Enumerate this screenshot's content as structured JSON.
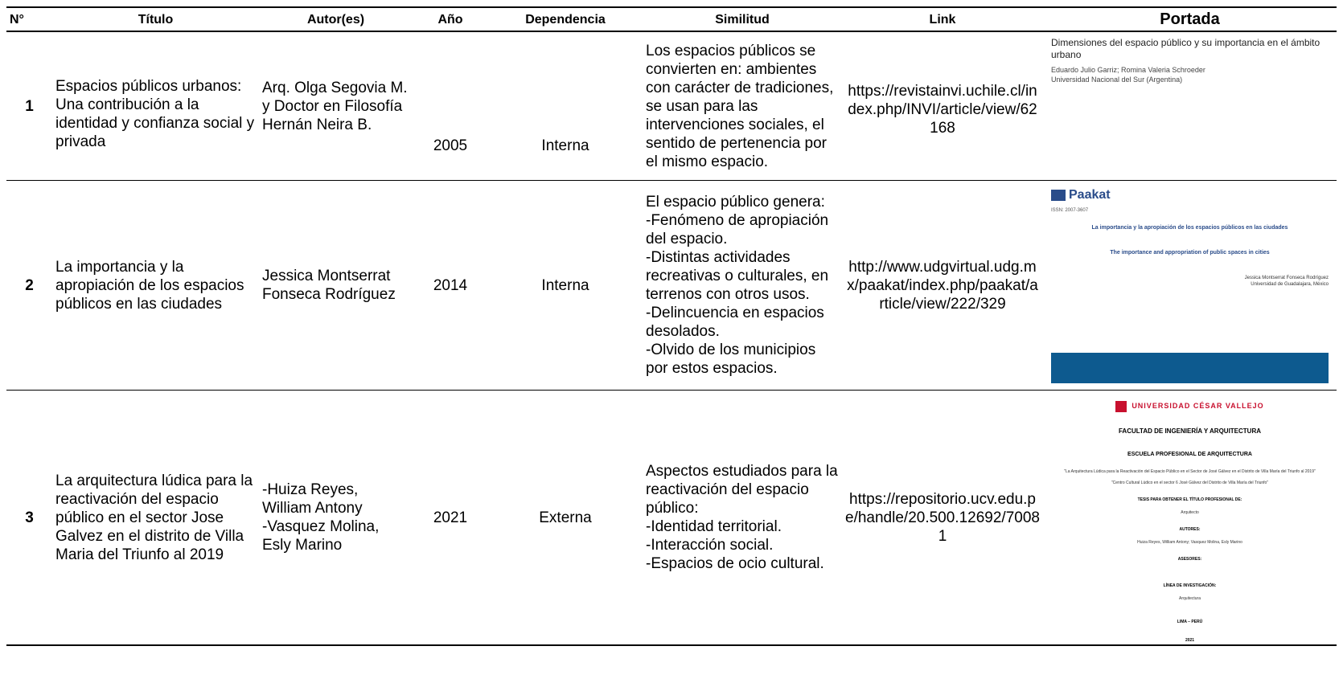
{
  "headers": {
    "num": "N°",
    "titulo": "Título",
    "autores": "Autor(es)",
    "anio": "Año",
    "dependencia": "Dependencia",
    "similitud": "Similitud",
    "link": "Link",
    "portada": "Portada"
  },
  "rows": [
    {
      "num": "1",
      "titulo": "Espacios públicos urbanos: Una contribución a la identidad y confianza social y privada",
      "autores": "Arq. Olga Segovia M. y Doctor en Filosofía Hernán Neira B.",
      "anio": "2005",
      "dependencia": "Interna",
      "similitud": "Los espacios públicos se convierten en: ambientes con carácter de tradiciones, se usan para las intervenciones sociales, el sentido de pertenencia por el mismo espacio.",
      "link": "https://revistainvi.uchile.cl/index.php/INVI/article/view/62168",
      "portada": {
        "title": "Dimensiones del espacio público y su importancia en el ámbito urbano",
        "authors": "Eduardo Julio Garriz; Romina Valeria Schroeder",
        "institution": "Universidad Nacional del Sur (Argentina)"
      }
    },
    {
      "num": "2",
      "titulo": "La importancia y la apropiación de los espacios públicos en las ciudades",
      "autores": "Jessica Montserrat Fonseca Rodríguez",
      "anio": "2014",
      "dependencia": "Interna",
      "similitud_lines": [
        "El espacio público genera:",
        "-Fenómeno de apropiación del espacio.",
        "-Distintas actividades recreativas o culturales, en terrenos con otros usos.",
        "-Delincuencia en espacios desolados.",
        "-Olvido de los municipios por estos espacios."
      ],
      "link": "http://www.udgvirtual.udg.mx/paakat/index.php/paakat/article/view/222/329",
      "portada": {
        "logo": "Paakat",
        "issn": "ISSN: 2007-3607",
        "title_es": "La importancia y la apropiación de los espacios públicos en las ciudades",
        "title_en": "The importance and appropriation of public spaces in cities",
        "author": "Jessica Montserrat Fonseca Rodríguez",
        "affil": "Universidad de Guadalajara, México"
      }
    },
    {
      "num": "3",
      "titulo": "La arquitectura lúdica para la reactivación del espacio público en el sector Jose Galvez en el distrito de Villa Maria del Triunfo al 2019",
      "autores_lines": [
        "-Huiza Reyes, William Antony",
        "-Vasquez Molina, Esly Marino"
      ],
      "anio": "2021",
      "dependencia": "Externa",
      "similitud_lines": [
        "Aspectos estudiados para la reactivación del espacio público:",
        "-Identidad territorial.",
        "-Interacción social.",
        "-Espacios de ocio cultural."
      ],
      "link": "https://repositorio.ucv.edu.pe/handle/20.500.12692/70081",
      "portada": {
        "university": "UNIVERSIDAD CÉSAR VALLEJO",
        "faculty": "FACULTAD DE INGENIERÍA Y ARQUITECTURA",
        "school": "ESCUELA PROFESIONAL DE ARQUITECTURA",
        "thesis_title": "\"La Arquitectura Lúdica para la Reactivación del Espacio Público en el Sector de José Gálvez en el Distrito de Villa María del Triunfo al 2019\"",
        "subtitle": "\"Centro Cultural Lúdico en el sector 6 José Gálvez del Distrito de Villa María del Triunfo\"",
        "degree": "TESIS PARA OBTENER EL TÍTULO PROFESIONAL DE:",
        "degree_name": "Arquitecto",
        "authors_label": "AUTORES:",
        "authors": "Huiza Reyes, William Antony; Vasquez Molina, Esly Marino",
        "advisors_label": "ASESORES:",
        "line_label": "LÍNEA DE INVESTIGACIÓN:",
        "line": "Arquitectura",
        "place": "LIMA – PERÚ",
        "year": "2021"
      }
    }
  ]
}
